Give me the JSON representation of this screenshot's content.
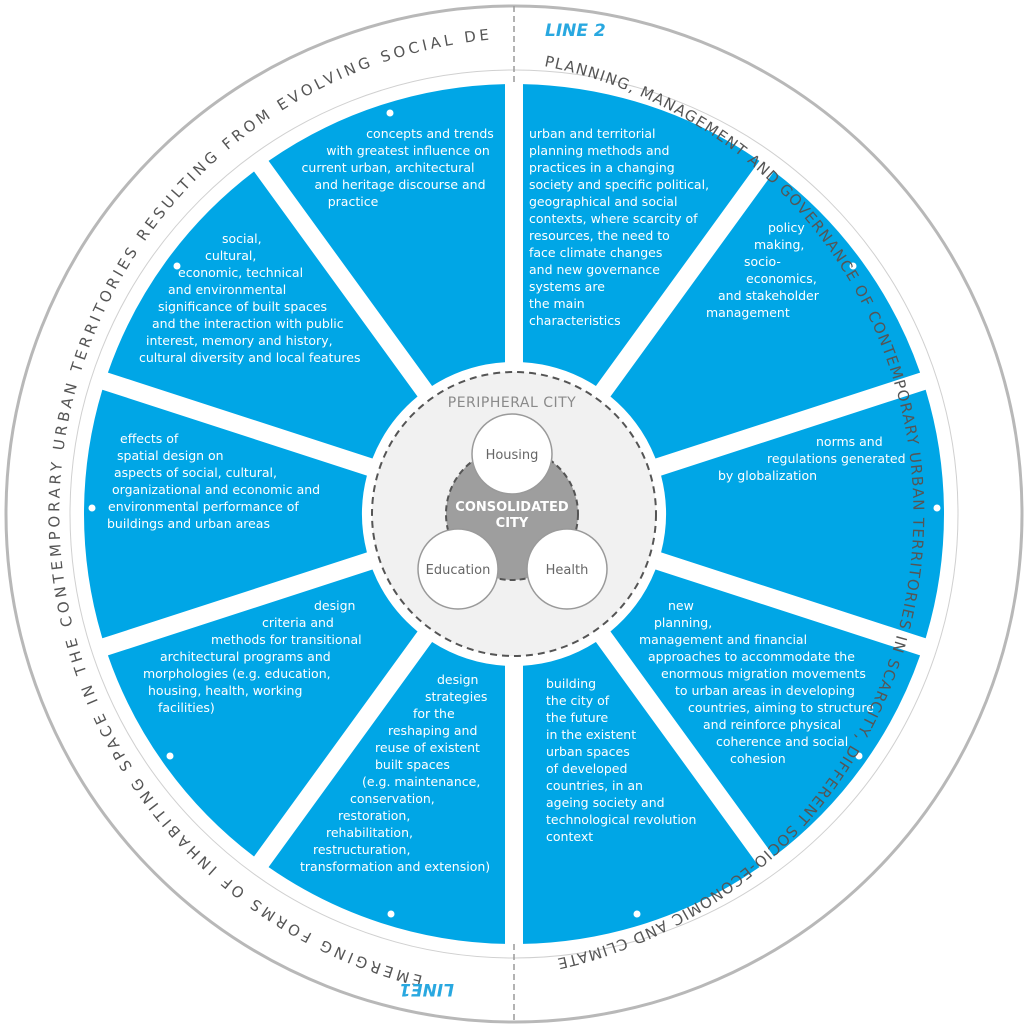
{
  "line_labels": {
    "line2": "LINE 2",
    "line1": "LINE1"
  },
  "ring": {
    "left_arc": "EMERGING FORMS OF INHABITING SPACE IN THE CONTEMPORARY URBAN TERRITORIES RESULTING FROM EVOLVING SOCIAL DEMANDS",
    "right_arc": "PLANNING, MANAGEMENT AND GOVERNANCE OF CONTEMPORARY URBAN TERRITORIES IN SCARCITY, DIFFERENT SOCIO-ECONOMIC AND CLIMATE CHANGE CONTEXTS"
  },
  "center": {
    "peripheral": "PERIPHERAL CITY",
    "consolidated_line1": "CONSOLIDATED",
    "consolidated_line2": "CITY",
    "housing": "Housing",
    "education": "Education",
    "health": "Health"
  },
  "segments": [
    {
      "id": "top-left",
      "lines": [
        "concepts and trends",
        "with greatest influence on",
        "current urban, architectural",
        "and heritage discourse and",
        "practice"
      ]
    },
    {
      "id": "top-right",
      "lines": [
        "urban and territorial",
        "planning methods and",
        "practices in a changing",
        "society and specific political,",
        "geographical and social",
        "contexts, where scarcity of",
        "resources, the need to",
        "face climate changes",
        "and new governance",
        "systems are",
        "the main",
        "characteristics"
      ]
    },
    {
      "id": "right-upper",
      "lines": [
        "policy",
        "making,",
        "socio-",
        "economics,",
        "and stakeholder",
        "management"
      ]
    },
    {
      "id": "right",
      "lines": [
        "norms and",
        "regulations generated",
        "by globalization"
      ]
    },
    {
      "id": "right-lower",
      "lines": [
        "new",
        "planning,",
        "management and financial",
        "approaches to accommodate the",
        "enormous migration movements",
        "to urban areas in developing",
        "countries, aiming to structure",
        "and reinforce physical",
        "coherence and social",
        "cohesion"
      ]
    },
    {
      "id": "bottom-right",
      "lines": [
        "building",
        "the city of",
        "the future",
        "in the existent",
        "urban spaces",
        "of developed",
        "countries, in an",
        "ageing society and",
        "technological revolution",
        "context"
      ]
    },
    {
      "id": "bottom-left",
      "lines": [
        "design",
        "strategies",
        "for the",
        "reshaping and",
        "reuse of existent",
        "built spaces",
        "(e.g. maintenance,",
        "conservation,",
        "restoration,",
        "rehabilitation,",
        "restructuration,",
        "transformation and extension)"
      ]
    },
    {
      "id": "left-lower",
      "lines": [
        "design",
        "criteria and",
        "methods for transitional",
        "architectural programs and",
        "morphologies (e.g. education,",
        "housing, health, working",
        "facilities)"
      ]
    },
    {
      "id": "left",
      "lines": [
        "effects of",
        "spatial design on",
        "aspects of social, cultural,",
        "organizational and economic and",
        "environmental  performance of",
        "buildings and urban areas"
      ]
    },
    {
      "id": "left-upper",
      "lines": [
        "social,",
        "cultural,",
        "economic, technical",
        "and environmental",
        "significance of built spaces",
        "and the interaction with public",
        "interest, memory and history,",
        "cultural diversity and local features"
      ]
    }
  ],
  "colors": {
    "segment": "#00a6e6",
    "ring_stroke": "#b3b3b3",
    "center_fill": "#f1f1f1",
    "consolidated": "#9e9e9e",
    "accent": "#29a8e0"
  }
}
